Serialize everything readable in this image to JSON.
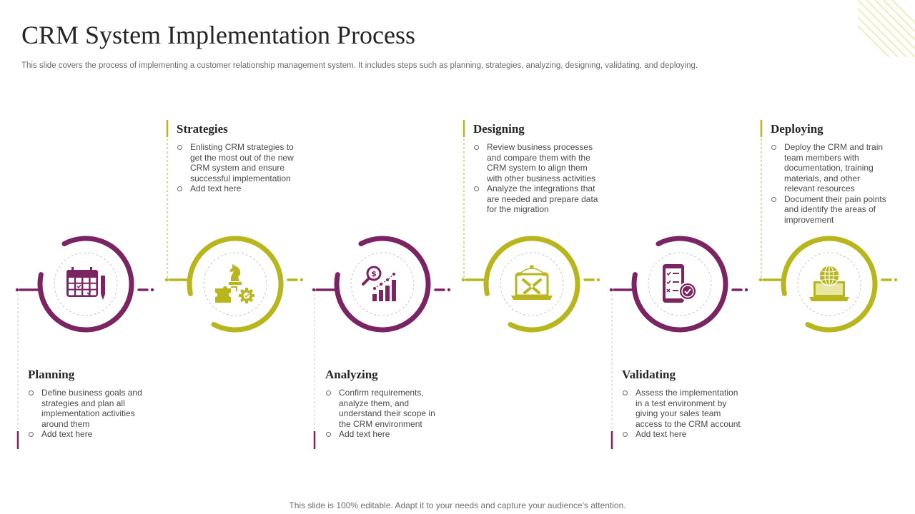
{
  "slide": {
    "title": "CRM System Implementation Process",
    "subtitle": "This slide covers the process of implementing a customer relationship management system. It includes steps such as planning, strategies, analyzing, designing, validating, and deploying.",
    "footer": "This slide is 100% editable. Adapt it to your needs and capture your audience's attention."
  },
  "colors": {
    "purple": "#7b2463",
    "olive": "#b9b61d",
    "dash": "#c8c8c8"
  },
  "steps": [
    {
      "title": "Planning",
      "icon": "calendar-icon",
      "bullets": [
        "Define business goals and strategies and plan all implementation activities around them",
        "Add text here"
      ]
    },
    {
      "title": "Strategies",
      "icon": "chess-puzzle-icon",
      "bullets": [
        "Enlisting CRM strategies to get the most out of the new CRM system and ensure successful implementation",
        "Add text here"
      ]
    },
    {
      "title": "Analyzing",
      "icon": "analytics-icon",
      "bullets": [
        "Confirm requirements, analyze them, and understand their scope in the CRM environment",
        "Add text here"
      ]
    },
    {
      "title": "Designing",
      "icon": "design-laptop-icon",
      "bullets": [
        "Review business processes and compare them with the CRM system to align them with other business activities",
        "Analyze  the integrations that are needed and prepare data for the migration"
      ]
    },
    {
      "title": "Validating",
      "icon": "mobile-checklist-icon",
      "bullets": [
        "Assess the implementation in a test environment by giving your sales team access to the CRM account",
        "Add text here"
      ]
    },
    {
      "title": "Deploying",
      "icon": "globe-laptop-icon",
      "bullets": [
        "Deploy the CRM and train team members with documentation, training materials, and other relevant resources",
        "Document their pain points and identify the areas  of improvement"
      ]
    }
  ]
}
